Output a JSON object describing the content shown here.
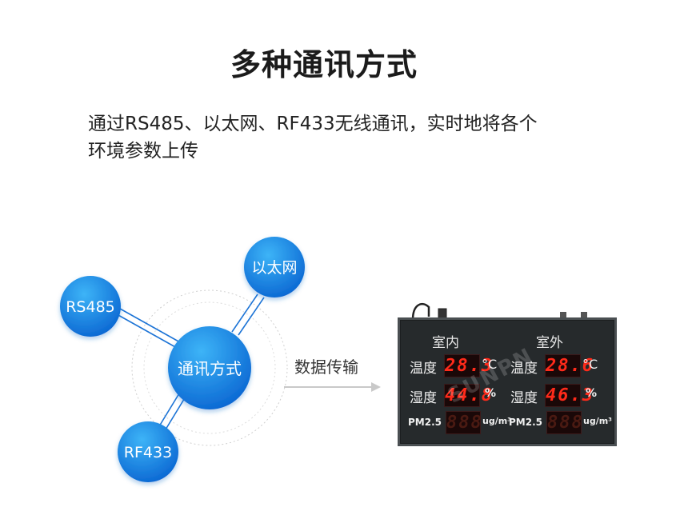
{
  "title": "多种通讯方式",
  "description": {
    "line1": "通过RS485、以太网、RF433无线通讯，实时地将各个",
    "line2": "环境参数上传"
  },
  "diagram": {
    "center": "通讯方式",
    "nodes": [
      "RS485",
      "以太网",
      "RF433"
    ],
    "arrow_label": "数据传输"
  },
  "board": {
    "indoor_header": "室内",
    "outdoor_header": "室外",
    "temp_label": "温度",
    "humidity_label": "湿度",
    "pm_label": "PM2.5",
    "temp_unit": "°C",
    "humidity_unit": "%",
    "pm_unit": "ug/m³",
    "indoor_temp": "28.3",
    "indoor_humidity": "44.8",
    "indoor_pm": "888",
    "outdoor_temp": "28.6",
    "outdoor_humidity": "46.3",
    "outdoor_pm": "888",
    "watermark": "SUNPN"
  },
  "colors": {
    "node_gradient_top": "#2fa3f0",
    "node_gradient_bottom": "#0b6fd8",
    "led_on": "#ff2a1a",
    "led_off": "#4a1a12"
  }
}
